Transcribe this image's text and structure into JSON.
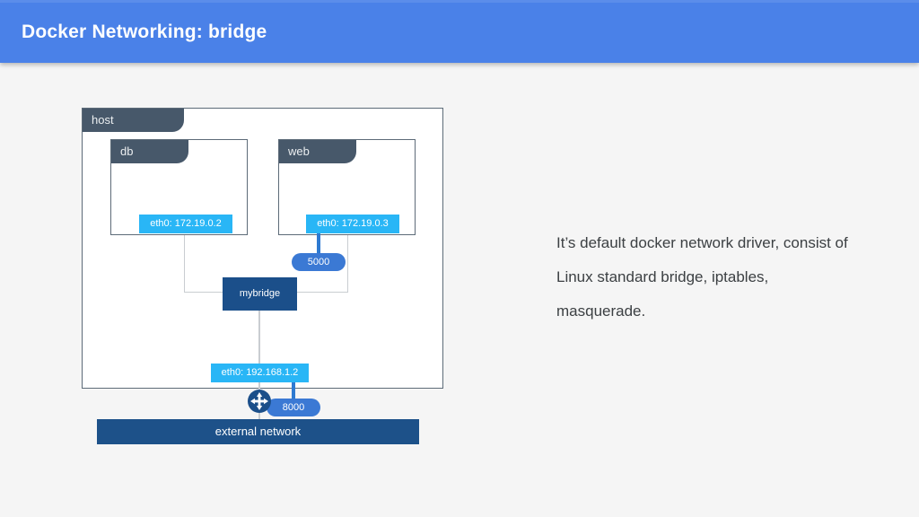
{
  "header": {
    "title": "Docker Networking: bridge",
    "background_color": "#4a81e8",
    "text_color": "#ffffff"
  },
  "diagram": {
    "host": {
      "label": "host",
      "tab_color": "#47586a",
      "border_color": "#5d6b78"
    },
    "containers": [
      {
        "name": "db",
        "interface": "eth0: 172.19.0.2",
        "interface_color": "#29b6f6"
      },
      {
        "name": "web",
        "interface": "eth0: 172.19.0.3",
        "interface_color": "#29b6f6",
        "port": "5000"
      }
    ],
    "bridge": {
      "label": "mybridge",
      "color": "#1b4f8a"
    },
    "router_icon": "router-arrows-icon",
    "host_interface": {
      "label": "eth0: 192.168.1.2",
      "color": "#29b6f6"
    },
    "host_port": "8000",
    "external_network": {
      "label": "external network",
      "color": "#1d5189"
    },
    "port_pill_color": "#3b79d4"
  },
  "description": {
    "text": "It’s default docker network driver, consist of Linux standard bridge, iptables, masquerade."
  }
}
